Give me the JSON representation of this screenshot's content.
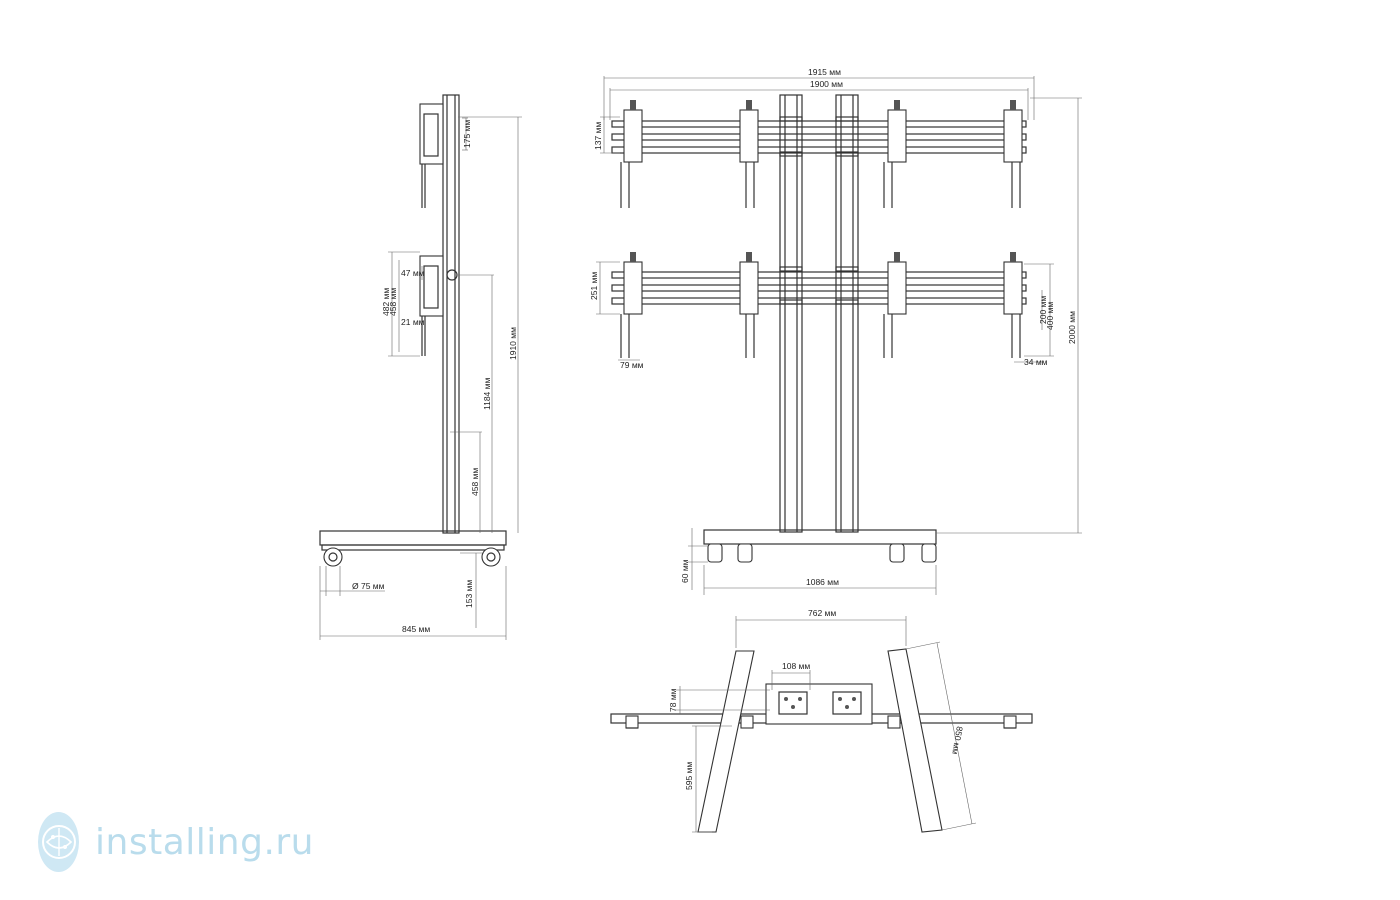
{
  "dimensions": {
    "overall_width": "1915 мм",
    "rail_width": "1900 мм",
    "rail_height_top": "137 мм",
    "rail_height_bottom": "251 мм",
    "bracket_offset": "79 мм",
    "vesa_small": "200 мм",
    "vesa_large": "400 мм",
    "bracket_depth": "34 мм",
    "total_height_front": "2000 мм",
    "base_clearance": "60 мм",
    "base_width": "1086 мм",
    "side_top_bracket": "175 мм",
    "side_offset_47": "47 мм",
    "side_482": "482 мм",
    "side_458": "458 мм",
    "side_21": "21 мм",
    "side_total_height": "1910 мм",
    "side_height_1184": "1184 мм",
    "side_height_458": "458 мм",
    "wheel_diameter": "Ø 75 мм",
    "side_153": "153 мм",
    "base_depth": "845 мм",
    "top_762": "762 мм",
    "top_108": "108 мм",
    "top_78": "78 мм",
    "top_595": "595 мм",
    "top_850": "850 мм"
  },
  "logo": {
    "text": "installing.ru",
    "icon": "globe-leaf-icon",
    "color": "#b9dcec"
  }
}
